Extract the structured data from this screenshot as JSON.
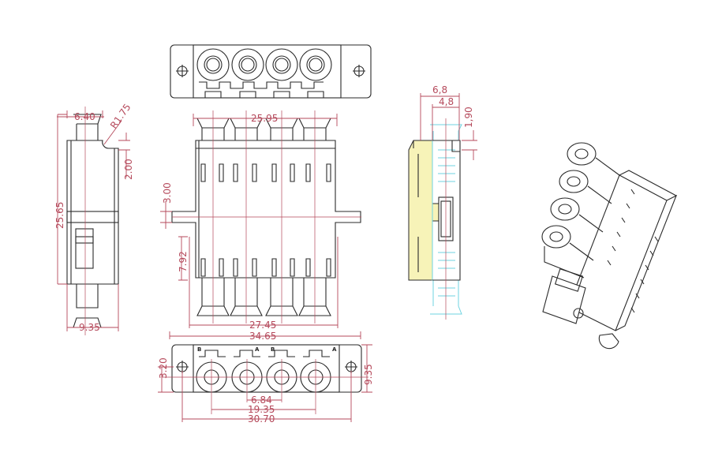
{
  "drawing": {
    "side_view": {
      "width_top": "6.40",
      "radius": "R1.75",
      "height": "25.65",
      "offset": "2.00",
      "width_bottom": "9.35"
    },
    "front_view": {
      "ferrule_span": "25.95",
      "flange_thickness": "3.00",
      "clip_height": "7.92",
      "body_width": "27.45",
      "flange_width": "34.65"
    },
    "bottom_view": {
      "hole_offset": "3.20",
      "height": "9.35",
      "pitch": "6.84",
      "outer_pitch": "19.35",
      "hole_spacing": "30.70",
      "port_labels": [
        "B",
        "A",
        "B",
        "A"
      ]
    },
    "section_view": {
      "total_depth": "6,8",
      "inner_depth": "4,8",
      "step": "1,90"
    },
    "colors": {
      "dimension": "#b5495b",
      "outline": "#2a2a2a",
      "section_fill": "#f7f3b8",
      "ferrule_outline": "#6fd3e0"
    }
  }
}
